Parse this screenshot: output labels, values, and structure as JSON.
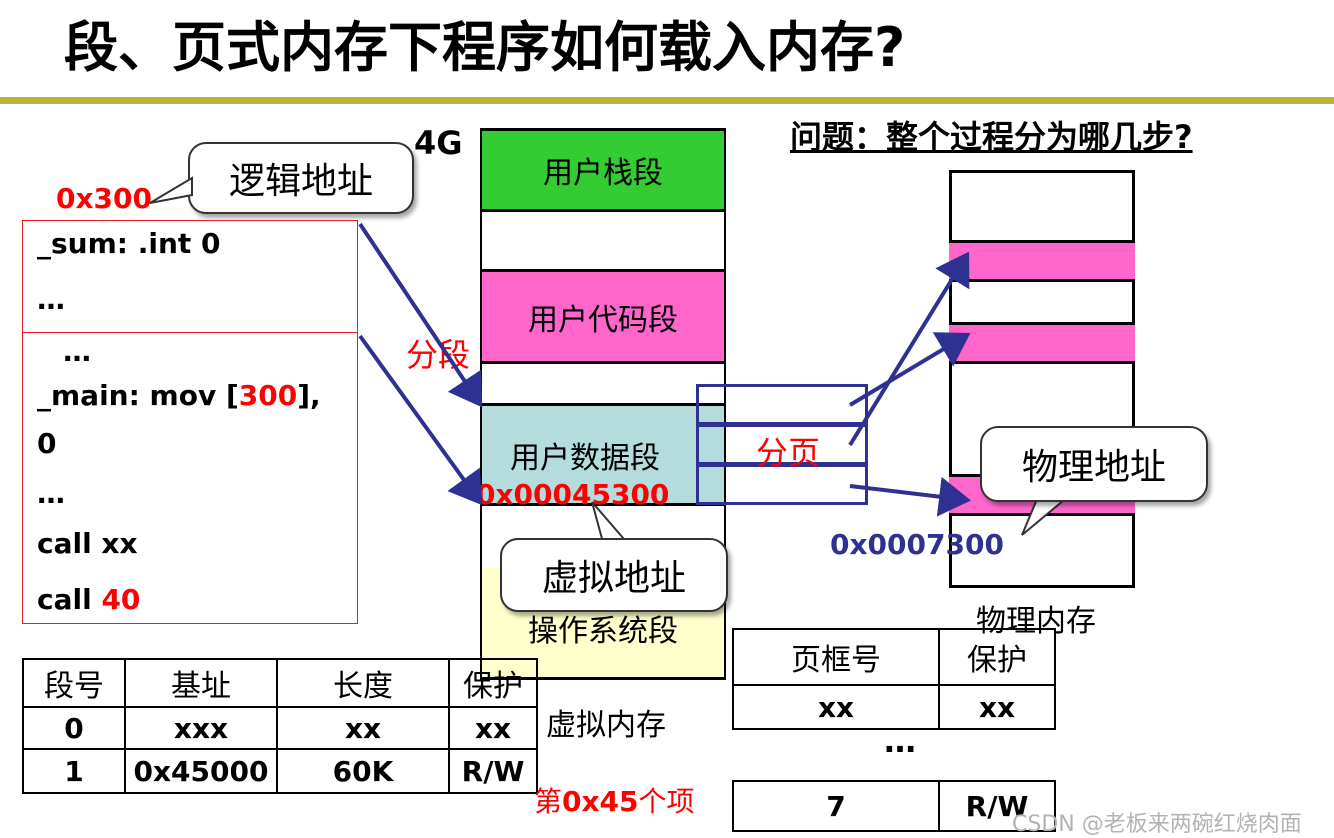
{
  "title": "段、页式内存下程序如何载入内存?",
  "question": "问题：整个过程分为哪几步?",
  "label_4g": "4G",
  "logical": {
    "bubble": "逻辑地址",
    "addr": "0x300",
    "code": {
      "line1": "_sum:  .int  0",
      "line2": "…",
      "line3": "…",
      "line4_pre": "_main: mov [",
      "line4_val": "300",
      "line4_post": "],",
      "line5": "0",
      "line6": "…",
      "line7": "call xx",
      "line8_pre": "call ",
      "line8_val": "40"
    }
  },
  "virtual_memory": {
    "segments": [
      "用户栈段",
      "用户代码段",
      "用户数据段",
      "操作系统段"
    ],
    "caption": "虚拟内存",
    "segment_label": "分段",
    "addr": "0x00045300",
    "bubble": "虚拟地址",
    "colors": {
      "stack": "#33cc33",
      "code": "#ff66cc",
      "data": "#b4dcdc",
      "os": "#ffffcc"
    }
  },
  "paging_label": "分页",
  "physical": {
    "bubble": "物理地址",
    "addr": "0x0007300",
    "caption": "物理内存"
  },
  "segment_table": {
    "headers": [
      "段号",
      "基址",
      "长度",
      "保护"
    ],
    "rows": [
      [
        "0",
        "xxx",
        "xx",
        "xx"
      ],
      [
        "1",
        "0x45000",
        "60K",
        "R/W"
      ]
    ],
    "note_pre": "第",
    "note_val": "0x45",
    "note_post": "个项"
  },
  "page_table": {
    "headers": [
      "页框号",
      "保护"
    ],
    "row1": [
      "xx",
      "xx"
    ],
    "ellipsis": "…",
    "row2": [
      "7",
      "R/W"
    ]
  },
  "watermark": "CSDN @老板来两碗红烧肉面"
}
